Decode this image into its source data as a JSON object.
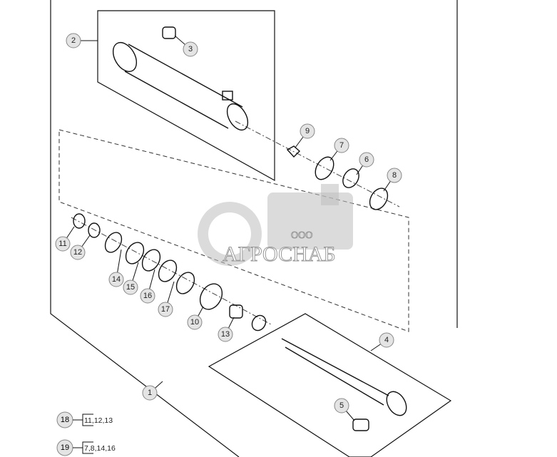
{
  "diagram": {
    "callouts": [
      {
        "id": "2",
        "label": "2"
      },
      {
        "id": "3",
        "label": "3"
      },
      {
        "id": "9",
        "label": "9"
      },
      {
        "id": "7",
        "label": "7"
      },
      {
        "id": "6",
        "label": "6"
      },
      {
        "id": "8",
        "label": "8"
      },
      {
        "id": "11",
        "label": "11"
      },
      {
        "id": "12",
        "label": "12"
      },
      {
        "id": "14",
        "label": "14"
      },
      {
        "id": "15",
        "label": "15"
      },
      {
        "id": "16",
        "label": "16"
      },
      {
        "id": "17",
        "label": "17"
      },
      {
        "id": "10",
        "label": "10"
      },
      {
        "id": "13",
        "label": "13"
      },
      {
        "id": "4",
        "label": "4"
      },
      {
        "id": "5",
        "label": "5"
      },
      {
        "id": "1",
        "label": "1"
      }
    ],
    "kits": [
      {
        "label": "18",
        "contents": "11,12,13"
      },
      {
        "label": "19",
        "contents": "7,8,14,16"
      }
    ],
    "watermark": {
      "prefix": "ООО",
      "name": "АГРОСНАБ"
    }
  }
}
